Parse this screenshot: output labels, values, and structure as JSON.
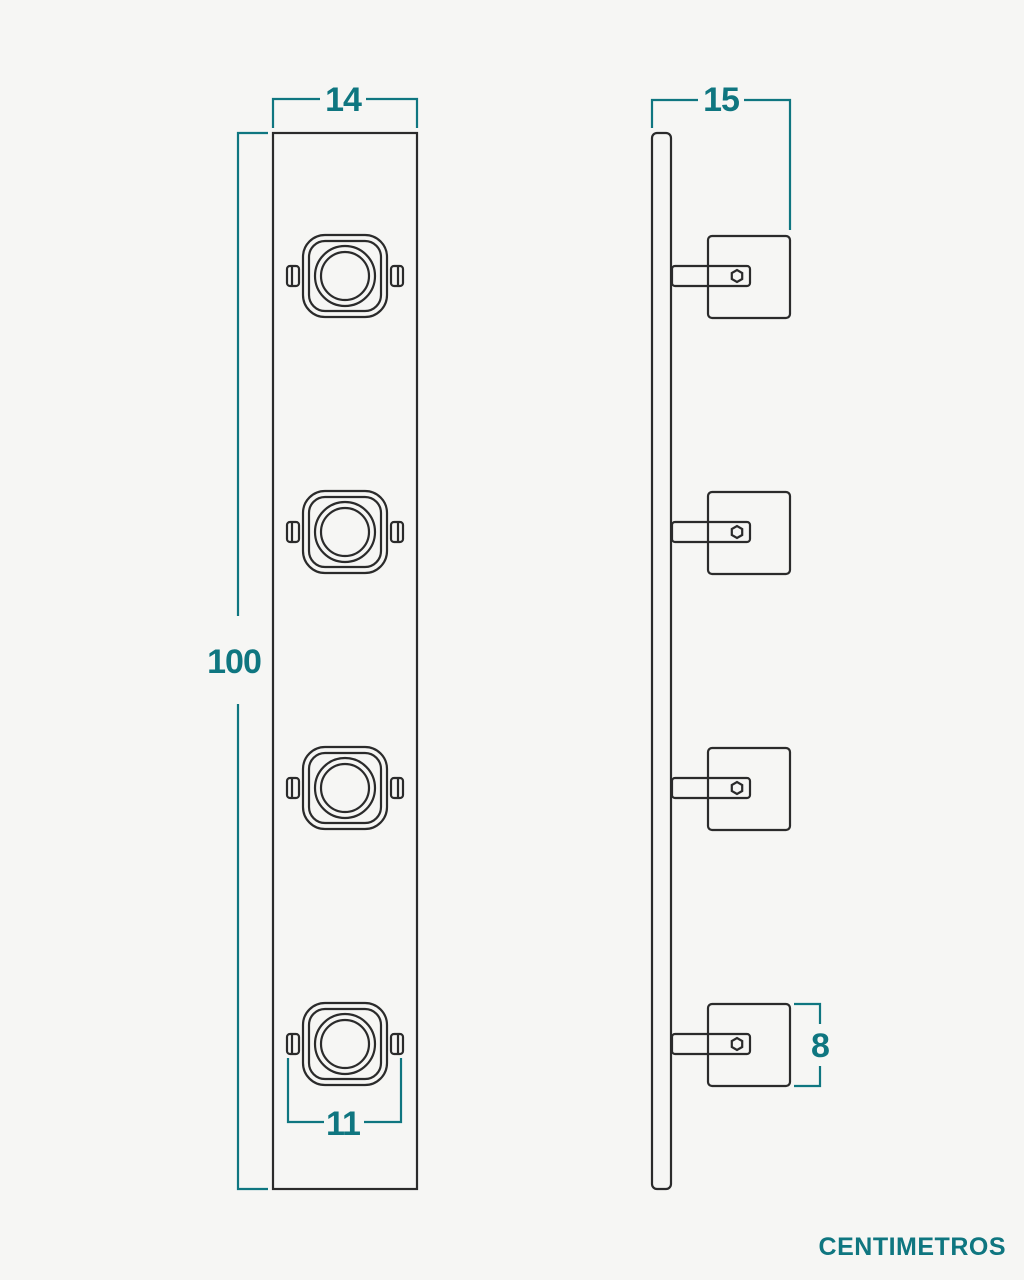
{
  "colors": {
    "background": "#f6f6f4",
    "line": "#2b2b2b",
    "dimension": "#0f7680"
  },
  "dimensions": {
    "front_width": "14",
    "front_height": "100",
    "hook_spacing": "11",
    "side_depth": "15",
    "block_height": "8"
  },
  "units": "CENTIMETROS",
  "hook_count": 4
}
